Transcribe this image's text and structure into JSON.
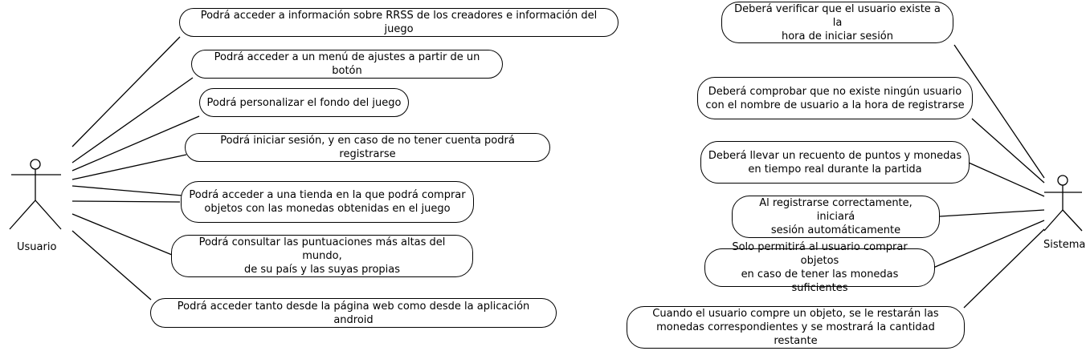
{
  "actors": {
    "left": "Usuario",
    "right": "Sistema"
  },
  "use_cases_left": [
    "Podrá acceder a información sobre RRSS de los creadores e información del juego",
    "Podrá acceder a un menú de ajustes a partir de un botón",
    "Podrá personalizar el fondo del juego",
    "Podrá iniciar sesión, y en caso de no tener cuenta podrá registrarse",
    "Podrá acceder a una tienda en la que podrá comprar\nobjetos con las monedas obtenidas en el juego",
    "Podrá consultar las puntuaciones más altas del mundo,\nde su país y las suyas propias",
    "Podrá acceder tanto desde la página web como desde la aplicación android"
  ],
  "use_cases_right": [
    "Deberá verificar que el usuario existe a la\nhora de iniciar sesión",
    "Deberá comprobar que no existe ningún usuario\ncon el nombre de usuario a la hora de registrarse",
    "Deberá llevar un recuento de puntos y monedas\nen tiempo real durante la partida",
    "Al registrarse correctamente, iniciará\nsesión automáticamente",
    "Solo permitirá al usuario comprar objetos\nen caso de tener las monedas suficientes",
    "Cuando el usuario compre un objeto, se le restarán las\nmonedas correspondientes y se mostrará la cantidad restante"
  ]
}
